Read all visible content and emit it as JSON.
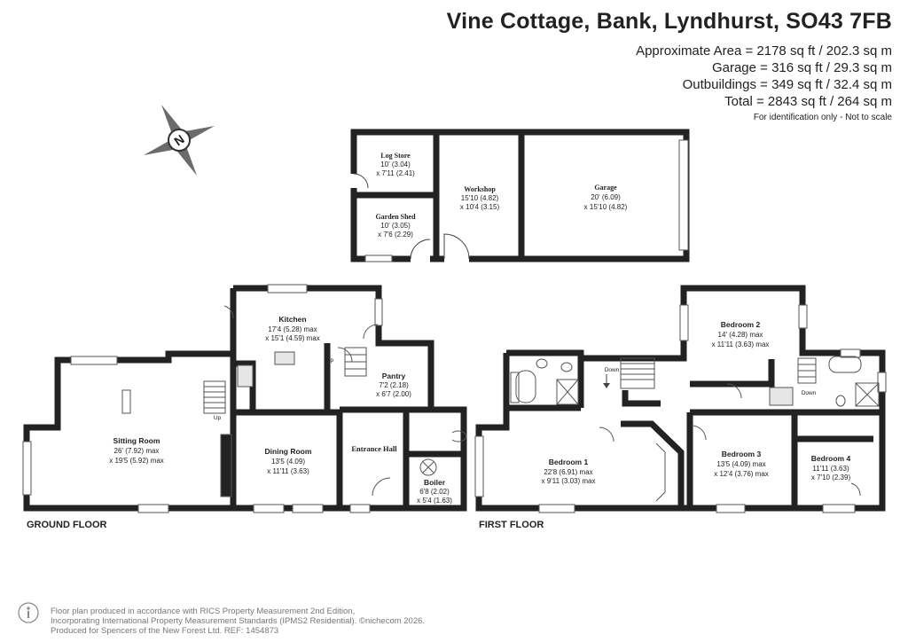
{
  "header": {
    "title": "Vine Cottage, Bank, Lyndhurst, SO43 7FB",
    "approx_area": "Approximate Area = 2178 sq ft / 202.3 sq m",
    "garage_area": "Garage = 316 sq ft / 29.3 sq m",
    "outbuildings_area": "Outbuildings = 349 sq ft / 32.4 sq m",
    "total_area": "Total = 2843 sq ft / 264 sq m",
    "disclaimer": "For identification only - Not to scale"
  },
  "compass": {
    "letter": "N",
    "icon": "compass-icon"
  },
  "outbuildings": {
    "log_store": {
      "name": "Log Store",
      "dim1": "10' (3.04)",
      "dim2": "x 7'11 (2.41)"
    },
    "garden_shed": {
      "name": "Garden Shed",
      "dim1": "10' (3.05)",
      "dim2": "x 7'6 (2.29)"
    },
    "workshop": {
      "name": "Workshop",
      "dim1": "15'10 (4.82)",
      "dim2": "x 10'4 (3.15)"
    },
    "garage": {
      "name": "Garage",
      "dim1": "20' (6.09)",
      "dim2": "x 15'10 (4.82)"
    }
  },
  "ground_floor": {
    "label": "GROUND FLOOR",
    "kitchen": {
      "name": "Kitchen",
      "dim1": "17'4 (5.28) max",
      "dim2": "x 15'1 (4.59) max"
    },
    "pantry": {
      "name": "Pantry",
      "dim1": "7'2 (2.18)",
      "dim2": "x 6'7 (2.00)"
    },
    "sitting_room": {
      "name": "Sitting Room",
      "dim1": "26' (7.92) max",
      "dim2": "x 19'5 (5.92) max"
    },
    "dining_room": {
      "name": "Dining Room",
      "dim1": "13'5 (4.09)",
      "dim2": "x 11'11 (3.63)"
    },
    "entrance_hall": {
      "name": "Entrance Hall"
    },
    "boiler": {
      "name": "Boiler",
      "dim1": "6'8 (2.02)",
      "dim2": "x 5'4 (1.63)"
    },
    "up1": "Up",
    "up2": "Up"
  },
  "first_floor": {
    "label": "FIRST FLOOR",
    "bedroom1": {
      "name": "Bedroom 1",
      "dim1": "22'8 (6.91) max",
      "dim2": "x 9'11 (3.03) max"
    },
    "bedroom2": {
      "name": "Bedroom 2",
      "dim1": "14' (4.28) max",
      "dim2": "x 11'11 (3.63) max"
    },
    "bedroom3": {
      "name": "Bedroom 3",
      "dim1": "13'5 (4.09) max",
      "dim2": "x 12'4 (3.76) max"
    },
    "bedroom4": {
      "name": "Bedroom 4",
      "dim1": "11'11 (3.63)",
      "dim2": "x 7'10 (2.39)"
    },
    "down1": "Down",
    "down2": "Down"
  },
  "footer": {
    "line1": "Floor plan produced in accordance with RICS Property Measurement 2nd Edition,",
    "line2": "Incorporating International Property Measurement Standards (IPMS2 Residential). ©nichecom 2026.",
    "line3": "Produced for Spencers of the New Forest Ltd.   REF:  1454873",
    "logo": "nichecom-logo-icon"
  }
}
